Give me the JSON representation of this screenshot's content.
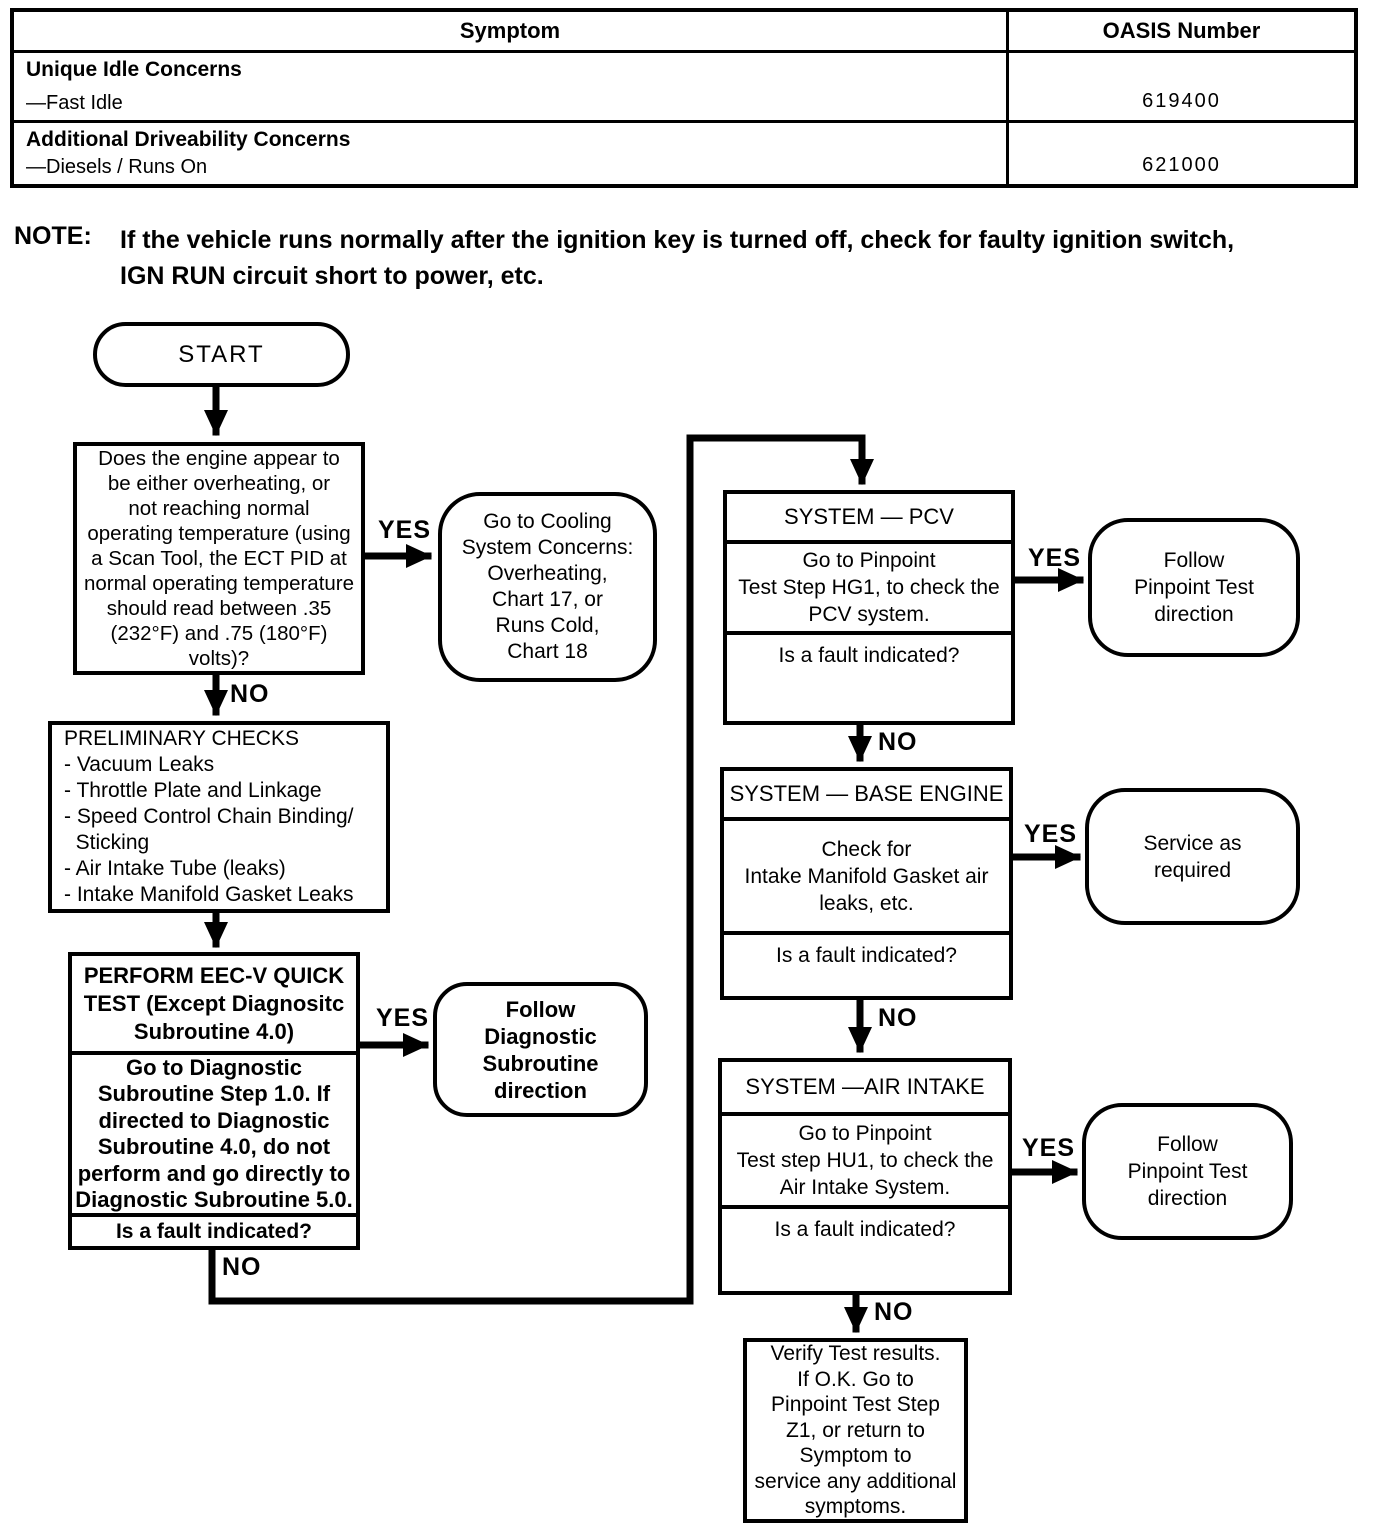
{
  "table": {
    "headers": [
      "Symptom",
      "OASIS Number"
    ],
    "rows": [
      {
        "group": "Unique Idle Concerns",
        "item": "—Fast Idle",
        "oasis": "619400"
      },
      {
        "group": "Additional Driveability Concerns",
        "item": "—Diesels / Runs On",
        "oasis": "621000"
      }
    ]
  },
  "note": {
    "label": "NOTE:",
    "text": [
      "If the vehicle runs normally after the ignition key is turned off, check for faulty ignition switch,",
      "IGN RUN circuit short to power, etc."
    ]
  },
  "flow": {
    "labels": {
      "yes": "YES",
      "no": "NO"
    },
    "start": "START",
    "decision_engine": [
      "Does the engine appear to",
      "be either overheating, or",
      "not reaching normal",
      "operating temperature (using",
      "a Scan Tool, the ECT PID at",
      "normal operating temperature",
      "should read between .35",
      "(232°F) and .75 (180°F)",
      "volts)?"
    ],
    "cooling": [
      "Go to Cooling",
      "System Concerns:",
      "Overheating,",
      "Chart 17, or",
      "Runs Cold,",
      "Chart 18"
    ],
    "preliminary": [
      "PRELIMINARY CHECKS",
      "- Vacuum Leaks",
      "- Throttle Plate and Linkage",
      "- Speed Control Chain Binding/",
      "  Sticking",
      "- Air Intake Tube (leaks)",
      "- Intake Manifold Gasket Leaks"
    ],
    "quicktest": {
      "title": [
        "PERFORM EEC-V QUICK",
        "TEST (Except Diagnositc",
        "Subroutine 4.0)"
      ],
      "body": [
        "Go to Diagnostic",
        "Subroutine Step 1.0. If",
        "directed to Diagnostic",
        "Subroutine 4.0, do not",
        "perform and go directly to",
        "Diagnostic Subroutine 5.0."
      ],
      "question": "Is a fault indicated?"
    },
    "follow_diagnostic": [
      "Follow",
      "Diagnostic",
      "Subroutine",
      "direction"
    ],
    "pcv": {
      "title": "SYSTEM — PCV",
      "body": [
        "Go to Pinpoint",
        "Test Step HG1, to check the",
        "PCV system."
      ],
      "question": "Is a fault indicated?"
    },
    "follow_pinpoint": [
      "Follow",
      "Pinpoint Test",
      "direction"
    ],
    "base_engine": {
      "title": "SYSTEM — BASE ENGINE",
      "body": [
        "Check for",
        "Intake Manifold Gasket air",
        "leaks, etc."
      ],
      "question": "Is a fault indicated?"
    },
    "service": [
      "Service as",
      "required"
    ],
    "air_intake": {
      "title": "SYSTEM —AIR INTAKE",
      "body": [
        "Go to Pinpoint",
        "Test step HU1, to check the",
        "Air Intake System."
      ],
      "question": "Is a fault indicated?"
    },
    "verify": [
      "Verify Test results.",
      "If O.K. Go to",
      "Pinpoint Test Step",
      "Z1, or return to",
      "Symptom to",
      "service any additional",
      "symptoms."
    ]
  }
}
